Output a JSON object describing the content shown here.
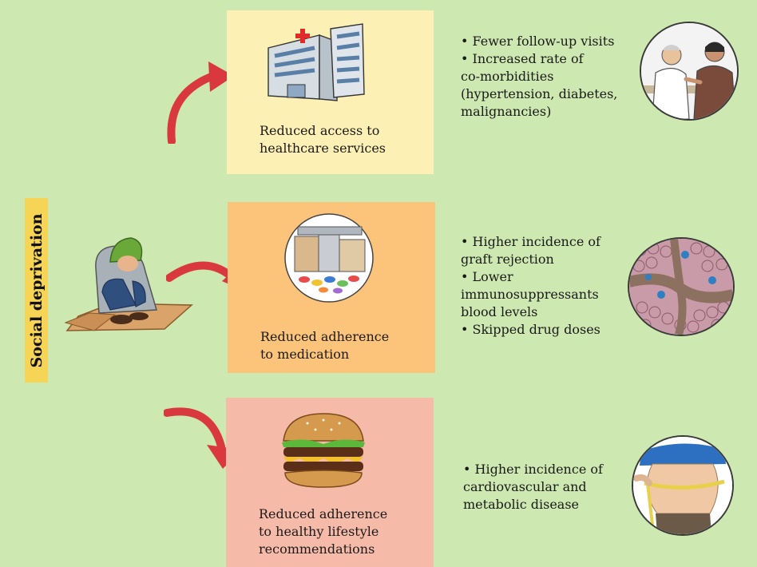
{
  "side_label": "Social deprivation",
  "causes": [
    {
      "line1": "Reduced access to",
      "line2": "healthcare services"
    },
    {
      "line1": "Reduced adherence",
      "line2": "to medication"
    },
    {
      "line1": "Reduced adherence",
      "line2": "to healthy lifestyle",
      "line3": "recommendations"
    }
  ],
  "outcomes": [
    {
      "lines": [
        "• Fewer follow-up visits",
        "• Increased rate of",
        "co-morbidities",
        "(hypertension, diabetes,",
        "malignancies)"
      ]
    },
    {
      "lines": [
        "• Higher incidence of",
        "graft rejection",
        "• Lower",
        "immunosuppressants",
        "blood levels",
        "• Skipped drug doses"
      ]
    },
    {
      "lines": [
        "• Higher incidence of",
        "cardiovascular and",
        "metabolic disease"
      ]
    }
  ],
  "colors": {
    "background": "#cde8b0",
    "side_label_bg": "#f6d456",
    "box_access": "#fdf0b4",
    "box_medication": "#fcc47b",
    "box_lifestyle": "#f6baa9",
    "arrow": "#d8383e"
  },
  "icons": [
    "homeless-person-icon",
    "hospital-building-icon",
    "pharmacy-pills-icon",
    "hamburger-icon",
    "doctor-patient-icon",
    "tissue-histology-icon",
    "waist-measurement-icon",
    "curved-arrow-icon"
  ]
}
